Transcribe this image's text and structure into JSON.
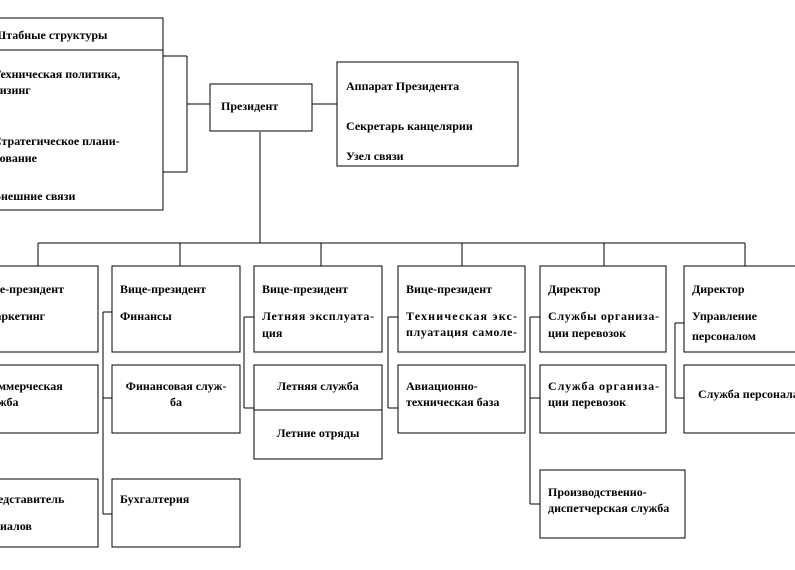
{
  "staff_group": {
    "header": "Штабные структуры",
    "tech_policy": [
      "Техническая политика,",
      "лизинг"
    ],
    "strategic": [
      "Стратегическое плани-",
      "рование"
    ],
    "external": "Внешние связи"
  },
  "president": "Президент",
  "apparatus": {
    "title": "Аппарат Президента",
    "secretary": "Секретарь канцелярии",
    "comm": "Узел связи"
  },
  "columns": [
    {
      "head": [
        "Вице-президент",
        "Маркетинг"
      ],
      "subs": [
        [
          "Коммерческая",
          "служба"
        ],
        [
          "Представитель",
          "",
          "филиалов"
        ]
      ]
    },
    {
      "head": [
        "Вице-президент",
        "Финансы"
      ],
      "subs": [
        [
          "Финансовая служ-",
          "ба"
        ],
        [
          "Бухгалтерия"
        ]
      ]
    },
    {
      "head": [
        "Вице-президент",
        "Летняя эксплуата-",
        "ция"
      ],
      "subs": [
        [
          "Летняя служба"
        ],
        [
          "Летние отряды"
        ]
      ]
    },
    {
      "head": [
        "Вице-президент",
        "Техническая экс-",
        "плуатация самоле-"
      ],
      "subs": [
        [
          "Авиационно-",
          "техническая база"
        ]
      ]
    },
    {
      "head": [
        "Директор",
        "Службы организа-",
        "ции перевозок"
      ],
      "subs": [
        [
          "Служба организа-",
          "ции перевозок"
        ],
        [
          "Производственно-",
          "диспетчерская служба"
        ]
      ]
    },
    {
      "head": [
        "Директор",
        "Управление",
        "персоналом"
      ],
      "subs": [
        [
          "Служба персонала"
        ]
      ]
    }
  ]
}
